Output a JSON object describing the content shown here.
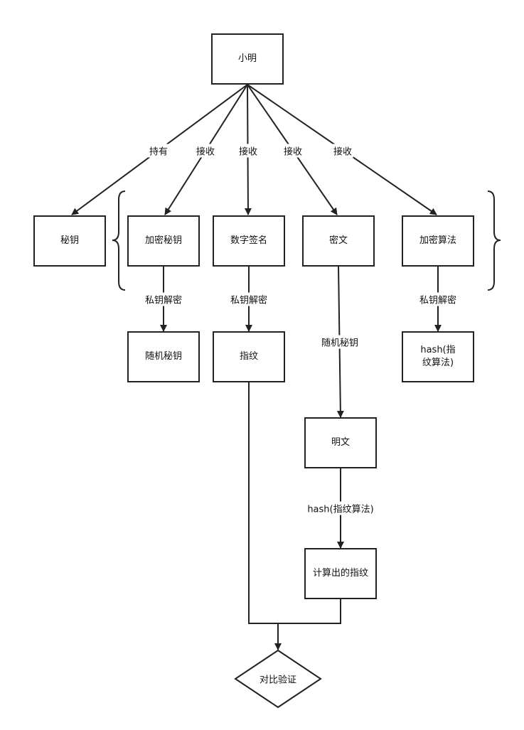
{
  "nodes": {
    "xiaoming": "小明",
    "key": "秘钥",
    "encrypted_key": "加密秘钥",
    "digital_signature": "数字签名",
    "ciphertext": "密文",
    "encryption_algorithm": "加密算法",
    "random_key": "随机秘钥",
    "fingerprint": "指纹",
    "hash_algorithm": "hash(指纹算法)",
    "plaintext": "明文",
    "computed_fingerprint": "计算出的指纹",
    "compare_verify": "对比验证"
  },
  "edges": {
    "hold": "持有",
    "receive_1": "接收",
    "receive_2": "接收",
    "receive_3": "接收",
    "receive_4": "接收",
    "private_decrypt_1": "私钥解密",
    "private_decrypt_2": "私钥解密",
    "private_decrypt_3": "私钥解密",
    "random_key": "随机秘钥",
    "hash_algorithm": "hash(指纹算法)"
  }
}
